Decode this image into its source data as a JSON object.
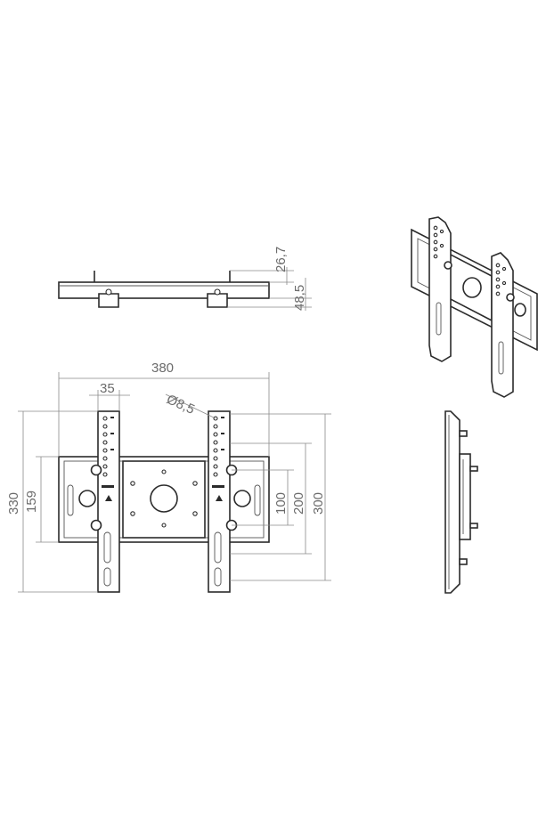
{
  "dimensions": {
    "width_total": "380",
    "rail_width": "35",
    "hole_diameter": "Ø8,5",
    "height_total": "330",
    "plate_height": "159",
    "vesa_100": "100",
    "vesa_200": "200",
    "vesa_300": "300",
    "depth_top": "26,7",
    "depth_bottom": "48,5"
  },
  "colors": {
    "line": "#2b2b2b",
    "dimension": "#8a8a8a",
    "text": "#6b6b6b",
    "background": "#ffffff"
  }
}
